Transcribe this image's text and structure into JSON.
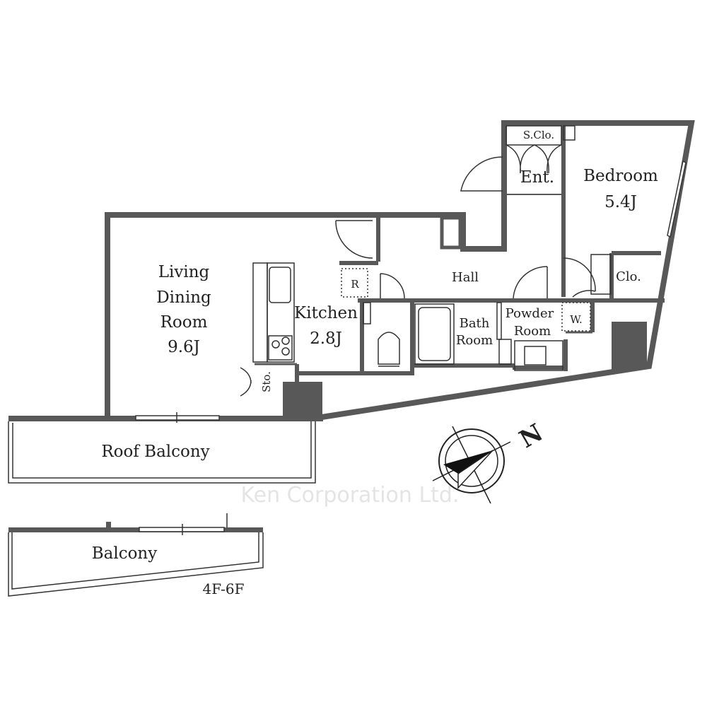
{
  "rooms": {
    "living": {
      "line1": "Living",
      "line2": "Dining",
      "line3": "Room",
      "size": "9.6J"
    },
    "kitchen": {
      "name": "Kitchen",
      "size": "2.8J"
    },
    "hall": "Hall",
    "bath": {
      "line1": "Bath",
      "line2": "Room"
    },
    "powder": {
      "line1": "Powder",
      "line2": "Room"
    },
    "bedroom": {
      "name": "Bedroom",
      "size": "5.4J"
    },
    "entrance": "Ent.",
    "shoe_closet": "S.Clo.",
    "closet": "Clo.",
    "refrigerator": "R",
    "washer": "W.",
    "storage": "Sto.",
    "roof_balcony": "Roof Balcony",
    "balcony": "Balcony"
  },
  "floors": "4F-6F",
  "compass": "N",
  "watermark": "Ken Corporation Ltd."
}
